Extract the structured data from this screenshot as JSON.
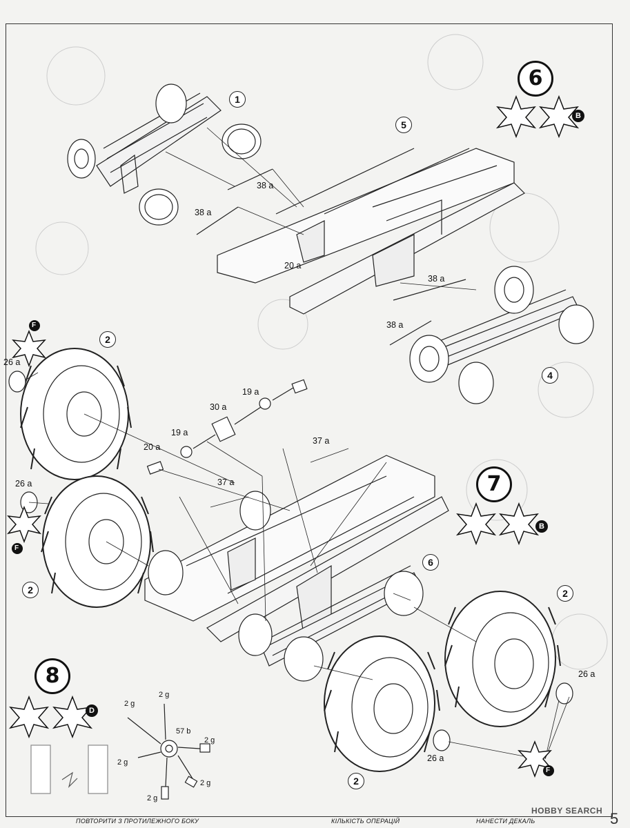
{
  "steps": {
    "s6": "6",
    "s7": "7",
    "s8": "8"
  },
  "callouts": {
    "c1": "1",
    "c5": "5",
    "c4": "4",
    "c6": "6",
    "c2a": "2",
    "c2b": "2",
    "c2c": "2",
    "c2d": "2"
  },
  "labels": {
    "l38a_1": "38 a",
    "l38a_2": "38 a",
    "l38a_3": "38 a",
    "l38a_4": "38 a",
    "l20a_1": "20 a",
    "l20a_2": "20 a",
    "l26a_1": "26 a",
    "l26a_2": "26 a",
    "l26a_3": "26 a",
    "l26a_4": "26 a",
    "l19a_1": "19 a",
    "l19a_2": "19 a",
    "l30a": "30 a",
    "l37a_1": "37 a",
    "l37a_2": "37 a",
    "l2g_1": "2 g",
    "l2g_2": "2 g",
    "l2g_3": "2 g",
    "l2g_4": "2 g",
    "l2g_5": "2 g",
    "l2g_6": "2 g",
    "l57b": "57 b"
  },
  "markers": {
    "b1": "B",
    "b2": "B",
    "f1": "F",
    "f2": "F",
    "f3": "F",
    "d1": "D"
  },
  "footer": {
    "repeat": "ПОВТОРИТИ З ПРОТИЛЕЖНОГО БОКУ",
    "count": "КІЛЬКІСТЬ ОПЕРАЦІЙ",
    "decal": "НАНЕСТИ ДЕКАЛЬ"
  },
  "watermark": "HOBBY SEARCH",
  "page_number": "5",
  "colors": {
    "ink": "#111111",
    "paper": "#f3f3f1",
    "ghost": "#d8d8d6"
  }
}
